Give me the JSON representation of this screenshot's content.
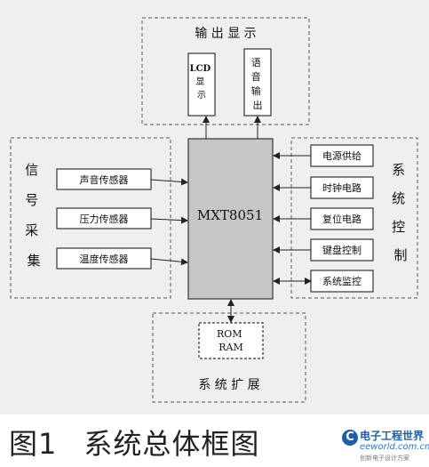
{
  "diagram": {
    "output_group": {
      "title": "输 出 显 示",
      "lcd": [
        "LCD",
        "显",
        "示"
      ],
      "voice": [
        "语",
        "音",
        "输",
        "出"
      ]
    },
    "signal_group": {
      "title": [
        "信",
        "号",
        "采",
        "集"
      ],
      "sensors": [
        "声音传感器",
        "压力传感器",
        "温度传感器"
      ]
    },
    "cpu": {
      "label": "MXT8051"
    },
    "control_group": {
      "title": [
        "系",
        "统",
        "控",
        "制"
      ],
      "items": [
        "电源供给",
        "时钟电路",
        "复位电路",
        "键盘控制",
        "系统监控"
      ]
    },
    "expansion_group": {
      "title": "系 统 扩 展",
      "memory": [
        "ROM",
        "RAM"
      ]
    }
  },
  "caption": {
    "figure": "图1",
    "text": "系统总体框图"
  },
  "logo": {
    "name": "电子工程世界",
    "url": "eeworld.com.cn",
    "slogan": "创新电子设计方案"
  },
  "colors": {
    "panel": "#efefef",
    "cpu": "#c6c6c6",
    "border": "#333333",
    "logo": "#1f5fa8"
  }
}
